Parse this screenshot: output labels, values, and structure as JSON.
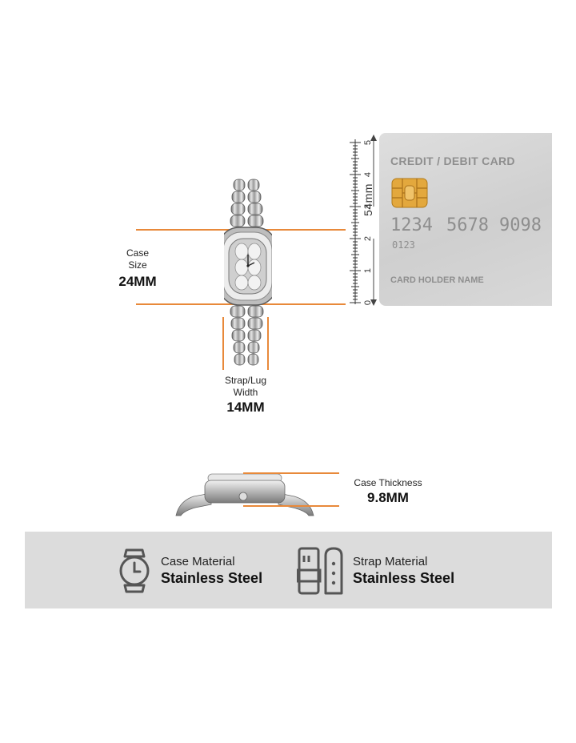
{
  "case_size": {
    "title": "Case\nSize",
    "value": "24MM"
  },
  "strap_width": {
    "title": "Strap/Lug\nWidth",
    "value": "14MM"
  },
  "case_thickness": {
    "title": "Case Thickness",
    "value": "9.8MM"
  },
  "ruler": {
    "ticks": [
      "0",
      "1",
      "2",
      "3",
      "4",
      "5"
    ],
    "unit_label": "54mm"
  },
  "card": {
    "title": "CREDIT / DEBIT CARD",
    "number_groups": [
      "1234",
      "5678",
      "9098"
    ],
    "small_number": "0123",
    "holder": "CARD HOLDER NAME"
  },
  "materials": [
    {
      "icon": "watch-icon",
      "title": "Case Material",
      "value": "Stainless Steel"
    },
    {
      "icon": "strap-icon",
      "title": "Strap Material",
      "value": "Stainless Steel"
    }
  ],
  "colors": {
    "accent": "#e8893a",
    "band_bg": "#dcdcdc",
    "card_bg": "#d4d4d4",
    "chip": "#e3a83d"
  }
}
